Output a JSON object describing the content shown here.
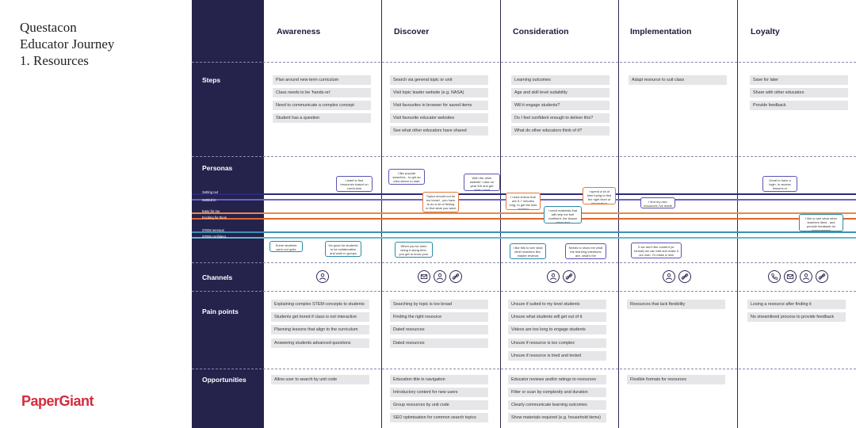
{
  "title": {
    "line1": "Questacon",
    "line2": "Educator Journey",
    "line3": "1. Resources"
  },
  "brand": "PaperGiant",
  "colors": {
    "band": "#25224c",
    "card": "#e6e6e9",
    "brand_red": "#d62b3c",
    "persona_navy": "#2b2980",
    "persona_purple": "#6b63c8",
    "persona_orange": "#e58a4e",
    "persona_darkorange": "#d9682e",
    "persona_teal": "#3a93b5",
    "persona_lightteal": "#66b7cf"
  },
  "rows": {
    "steps": "Steps",
    "personas": "Personas",
    "channels": "Channels",
    "pain_points": "Pain points",
    "opportunities": "Opportunities"
  },
  "stages": [
    "Awareness",
    "Discover",
    "Consideration",
    "Implementation",
    "Loyalty"
  ],
  "personas": [
    "Setting out",
    "Settled in",
    "Easy for me",
    "Exciting for them",
    "STEM nervous",
    "STEM confident"
  ],
  "steps": {
    "awareness": [
      "Plan around new term curriculum",
      "Class needs to be 'hands-on'",
      "Need to communicate a complex concept",
      "Student has a question"
    ],
    "discover": [
      "Search via general topic or unit",
      "Visit topic leader website (e.g. NASA)",
      "Visit favourites in browser for saved items",
      "Visit favourite educator websites",
      "See what other educators have shared"
    ],
    "consideration": [
      "Learning outcomes",
      "Age and skill level suitability",
      "Will it engage students?",
      "Do I feel confident enough to deliver this?",
      "What do other educators think of it?"
    ],
    "implementation": [
      "Adapt resource to suit class"
    ],
    "loyalty": [
      "Save for later",
      "Share with other educators",
      "Provide feedback"
    ]
  },
  "bubbles": {
    "a1": "I want to find resources based on curriculum",
    "a2": "Some students were not quite 'getting' it",
    "a3": "It's good for students to be collaborative and work in groups",
    "d1": "I like popular searches - to get an idea where to start",
    "d2": "Topics should not be too broad - you have to do a lot of fishing to find what you want",
    "d3": "With the other website I click on year 5/6 and get what I want",
    "d4": "When you've been doing it along time, you get to know your favourites",
    "c1": "I need videos that are 5-7 minutes long, to get the kids hooked",
    "c2": "I need materials that will help me feel confident, the lesson plans and experiments",
    "c3": "I spend a lot of time trying to find the right level of information",
    "c4": "I like this to see what other teachers like, maybe reviews",
    "c5": "Needs to show me what the learning intentions are, what's the outcome?",
    "i1": "I find my own resources I've made",
    "i2": "If we don't like content (or format) we can edit and make it our own. Or make a new lesson",
    "l1": "Great to have a login, to access lessons or workshops later",
    "l2": "I like to see what other teachers liked - and provide feedback for improvement"
  },
  "pain_points": {
    "awareness": [
      "Explaining complex STEM concepts to students",
      "Students get bored if class is not interactive",
      "Planning lessons that align to the curriculum",
      "Answering students advanced questions"
    ],
    "discover": [
      "Searching by topic is too broad",
      "Finding the right resource",
      "Dated resources",
      "Dated resources"
    ],
    "consideration": [
      "Unsure if suited to my level students",
      "Unsure what students will get out of it",
      "Videos are too long to engage students",
      "Unsure if resource is too complex",
      "Unsure if resource is tried and tested"
    ],
    "implementation": [
      "Resources that lack flexibility"
    ],
    "loyalty": [
      "Losing a resource after finding it",
      "No streamlined process to provide feedback"
    ]
  },
  "opportunities": {
    "awareness": [
      "Allow user to search by unit code"
    ],
    "discover": [
      "Education title in navigation",
      "Introductory content for new users",
      "Group resources by unit code",
      "SEO optimisation for common search topics"
    ],
    "consideration": [
      "Educator reviews and/or ratings to resources",
      "Filter or scan by complexity and duration",
      "Clearly communicate learning outcomes",
      "Show materials required (e.g. household items)"
    ],
    "implementation": [
      "Flexible formats for resources"
    ],
    "loyalty": []
  },
  "channels": {
    "awareness": [
      "person-icon"
    ],
    "discover": [
      "email-icon",
      "person-icon",
      "link-icon"
    ],
    "consideration": [
      "person-icon",
      "link-icon"
    ],
    "implementation": [
      "person-icon",
      "link-icon"
    ],
    "loyalty": [
      "phone-icon",
      "email-icon",
      "person-icon",
      "link-icon"
    ]
  }
}
